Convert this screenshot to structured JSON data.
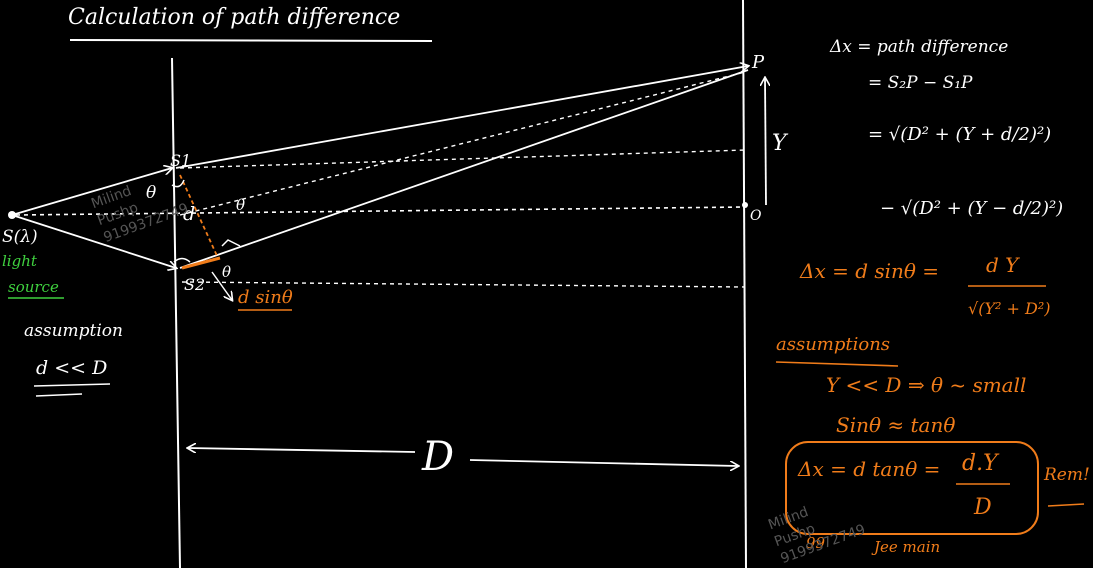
{
  "title": "Calculation of path difference",
  "colors": {
    "background": "#000000",
    "ink": "#ffffff",
    "orange": "#f07c1a",
    "green": "#3fd13f"
  },
  "diagram": {
    "source_label": "S(λ)",
    "source_caption_line1": "light",
    "source_caption_line2": "source",
    "slit1_label": "S1",
    "slit2_label": "S2",
    "theta_label": "θ",
    "d_label": "d",
    "angle_mark_top": "θ",
    "angle_mark_bottom": "θ",
    "dsin_label": "d sinθ",
    "point_P": "P",
    "point_O": "O",
    "y_label": "Y",
    "D_label": "D",
    "assumption_title": "assumption",
    "assumption_expr": "d << D"
  },
  "right_panel": {
    "line1": "Δx = path difference",
    "line2": "= S₂P − S₁P",
    "line3": "= √(D² + (Y + d/2)²)",
    "line4": "− √(D² + (Y − d/2)²)",
    "result_lhs": "Δx = d sinθ =",
    "result_num": "d Y",
    "result_den": "√(Y² + D²)",
    "assumptions_title": "assumptions",
    "assumption1": "Y << D ⇒ θ ~ small",
    "assumption2": "Sinθ ≈ tanθ",
    "boxed_lhs": "Δx = d tanθ =",
    "boxed_num": "d.Y",
    "boxed_den": "D",
    "rem": "Rem!",
    "note1": "99",
    "note2": "Jee main"
  },
  "watermark": {
    "line1": "Milind",
    "line2": "Pushp",
    "line3": "9199372749"
  }
}
